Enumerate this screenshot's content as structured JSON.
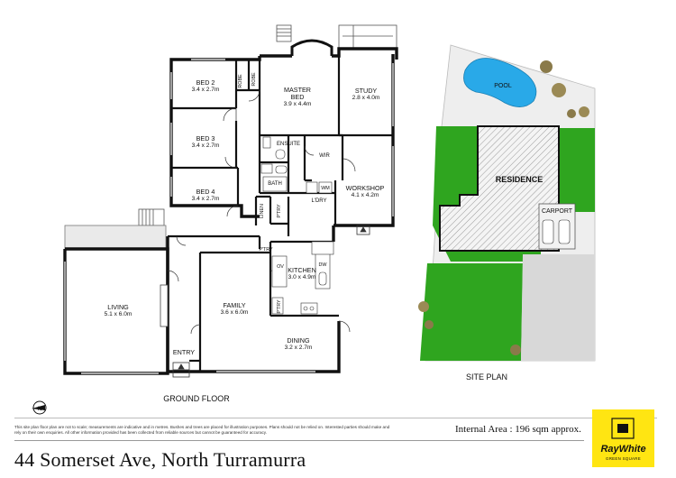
{
  "floor_plan": {
    "title": "GROUND FLOOR",
    "rooms": [
      {
        "id": "bed2",
        "name": "BED 2",
        "size": "3.4 x 2.7m"
      },
      {
        "id": "bed3",
        "name": "BED 3",
        "size": "3.4 x 2.7m"
      },
      {
        "id": "bed4",
        "name": "BED 4",
        "size": "3.4 x 2.7m"
      },
      {
        "id": "master",
        "name": "MASTER",
        "name2": "BED",
        "size": "3.9 x 4.4m"
      },
      {
        "id": "study",
        "name": "STUDY",
        "size": "2.8 x 4.0m"
      },
      {
        "id": "workshop",
        "name": "WORKSHOP",
        "size": "4.1 x 4.2m"
      },
      {
        "id": "living",
        "name": "LIVING",
        "size": "5.1 x 6.0m"
      },
      {
        "id": "family",
        "name": "FAMILY",
        "size": "3.6 x 6.0m"
      },
      {
        "id": "kitchen",
        "name": "KITCHEN",
        "size": "3.0 x 4.9m"
      },
      {
        "id": "dining",
        "name": "DINING",
        "size": "3.2 x 2.7m"
      }
    ],
    "labels": {
      "robe1": "ROBE",
      "robe2": "ROBE",
      "ensuite": "ENSUITE",
      "wir": "WIR",
      "bath": "BATH",
      "wm": "WM",
      "ldry": "L'DRY",
      "linen": "LINEN",
      "ptry1": "P'TRY",
      "ptry2": "P'TRY",
      "ptry3": "P'TRY",
      "ov": "OV",
      "dw": "DW",
      "entry": "ENTRY"
    }
  },
  "site_plan": {
    "title": "SITE PLAN",
    "labels": {
      "pool": "POOL",
      "residence": "RESIDENCE",
      "carport": "CARPORT"
    }
  },
  "footer": {
    "disclaimer": "This site plan floor plan are not to scale; measurements are indicative and in metres. Bushes and trees are placed for illustration purposes. Plans should not be relied on. Interested parties should make and rely on their own enquiries. All other information provided has been collected from reliable sources but cannot be guaranteed for accuracy.",
    "internal_area": "Internal Area : 196 sqm approx.",
    "address": "44 Somerset Ave, North Turramurra"
  },
  "logo": {
    "brand": "RayWhite",
    "sub": "GREEN SQUARE",
    "color": "#ffe512"
  },
  "colors": {
    "lawn": "#2fa51f",
    "pool": "#29a9e8",
    "residence_hatch": "#7a7a7a",
    "path": "#cfcfcf"
  }
}
